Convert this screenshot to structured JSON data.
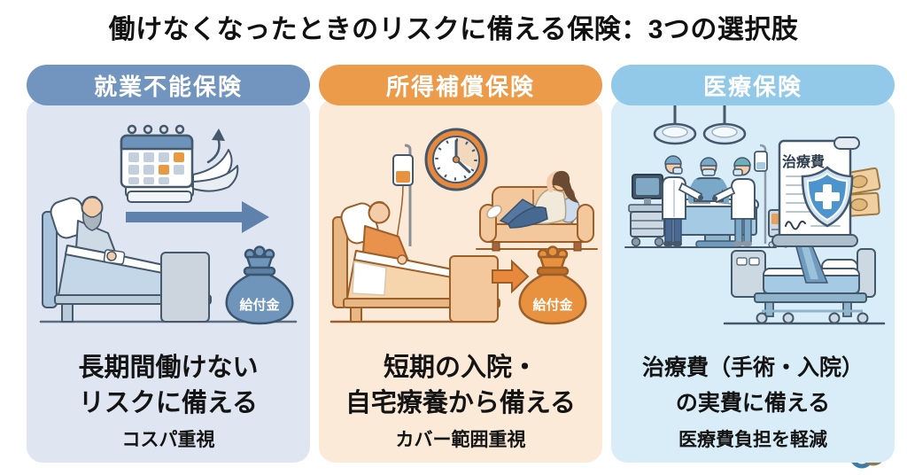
{
  "title": "働けなくなったときのリスクに備える保険：3つの選択肢",
  "colors": {
    "page_bg": "#ffffff",
    "title_text": "#111111",
    "c1_badge": "#7195bf",
    "c1_bg": "#dfe6f2",
    "c2_badge": "#eb9b4a",
    "c2_bg": "#fcead9",
    "c3_badge": "#92c9e9",
    "c3_bg": "#d9edf8"
  },
  "columns": [
    {
      "header": "就業不能保険",
      "desc_lines": [
        "長期間働けない",
        "リスクに備える"
      ],
      "tagline": "コスパ重視",
      "labels": {
        "money_bag": "給付金"
      },
      "icons": [
        "flip-calendar",
        "repeat-arrow",
        "long-duration-arrow",
        "bedridden-man",
        "money-bag"
      ]
    },
    {
      "header": "所得補償保険",
      "desc_lines": [
        "短期の入院・",
        "自宅療養から備える"
      ],
      "tagline": "カバー範囲重視",
      "labels": {
        "money_bag": "給付金"
      },
      "icons": [
        "clock",
        "iv-drip",
        "patient-in-bed",
        "woman-on-couch",
        "block-arrow",
        "money-bag"
      ]
    },
    {
      "header": "医療保険",
      "desc_lines": [
        "治療費（手術・入院）",
        "の実費に備える"
      ],
      "tagline": "医療費負担を軽減",
      "labels": {
        "bill": "治療費"
      },
      "icons": [
        "surgical-lamps",
        "monitor-cart",
        "surgical-team",
        "operating-table",
        "iv-pole",
        "banknotes",
        "medical-bill",
        "shield-cross",
        "hospital-bed"
      ]
    }
  ]
}
